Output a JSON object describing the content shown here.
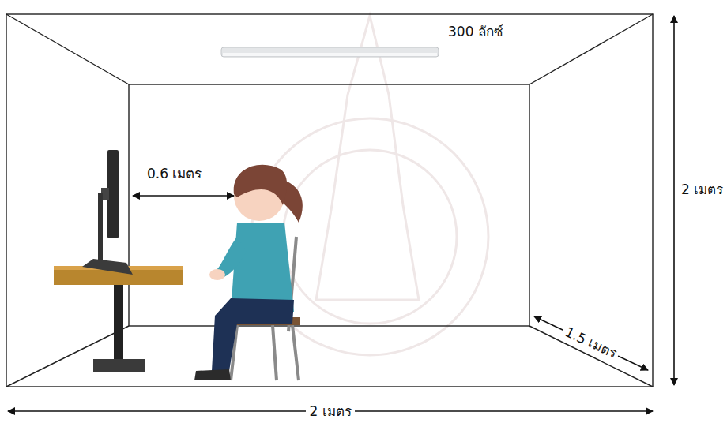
{
  "diagram": {
    "labels": [
      "300 ลักซ์",
      "0.6 เมตร",
      "2 เมตร",
      "1.5 เมตร",
      "2 เมตร"
    ]
  }
}
